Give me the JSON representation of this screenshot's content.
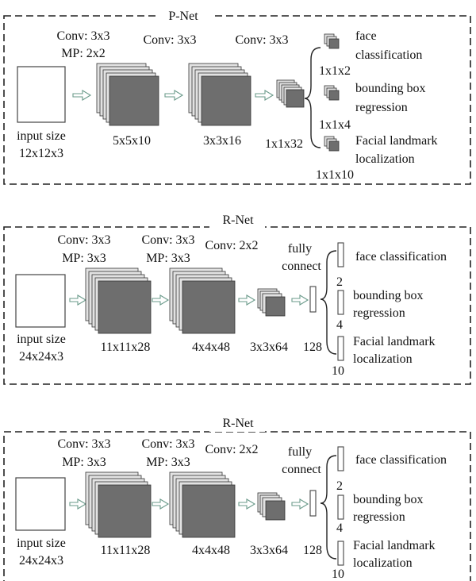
{
  "panels": [
    {
      "name": "p-net",
      "title": "P-Net",
      "input_label": "input size",
      "input_size": "12x12x3",
      "conv1_label": "Conv: 3x3",
      "mp1_label": "MP: 2x2",
      "conv2_label": "Conv: 3x3",
      "conv3_label": "Conv: 3x3",
      "size1": "5x5x10",
      "size2": "3x3x16",
      "size3": "1x1x32",
      "out1_label": "face",
      "out1_label2": "classification",
      "out1_size": "1x1x2",
      "out2_label": "bounding box",
      "out2_label2": "regression",
      "out2_size": "1x1x4",
      "out3_label": "Facial landmark",
      "out3_label2": "localization",
      "out3_size": "1x1x10"
    },
    {
      "name": "r-net",
      "title": "R-Net",
      "input_label": "input size",
      "input_size": "24x24x3",
      "conv1_label": "Conv: 3x3",
      "mp1_label": "MP: 3x3",
      "conv2_label": "Conv: 3x3",
      "mp2_label": "MP: 3x3",
      "conv3_label": "Conv: 2x2",
      "fc_label1": "fully",
      "fc_label2": "connect",
      "size1": "11x11x28",
      "size2": "4x4x48",
      "size3": "3x3x64",
      "size_fc": "128",
      "out1_label": "face classification",
      "out1_size": "2",
      "out2_label": "bounding box",
      "out2_label2": "regression",
      "out2_size": "4",
      "out3_label": "Facial landmark",
      "out3_label2": "localization",
      "out3_size": "10"
    },
    {
      "name": "r-net-2",
      "title": "R-Net",
      "input_label": "input size",
      "input_size": "24x24x3",
      "conv1_label": "Conv: 3x3",
      "mp1_label": "MP: 3x3",
      "conv2_label": "Conv: 3x3",
      "mp2_label": "MP: 3x3",
      "conv3_label": "Conv: 2x2",
      "fc_label1": "fully",
      "fc_label2": "connect",
      "size1": "11x11x28",
      "size2": "4x4x48",
      "size3": "3x3x64",
      "size_fc": "128",
      "out1_label": "face classification",
      "out1_size": "2",
      "out2_label": "bounding box",
      "out2_label2": "regression",
      "out2_size": "4",
      "out3_label": "Facial landmark",
      "out3_label2": "localization",
      "out3_size": "10"
    }
  ]
}
